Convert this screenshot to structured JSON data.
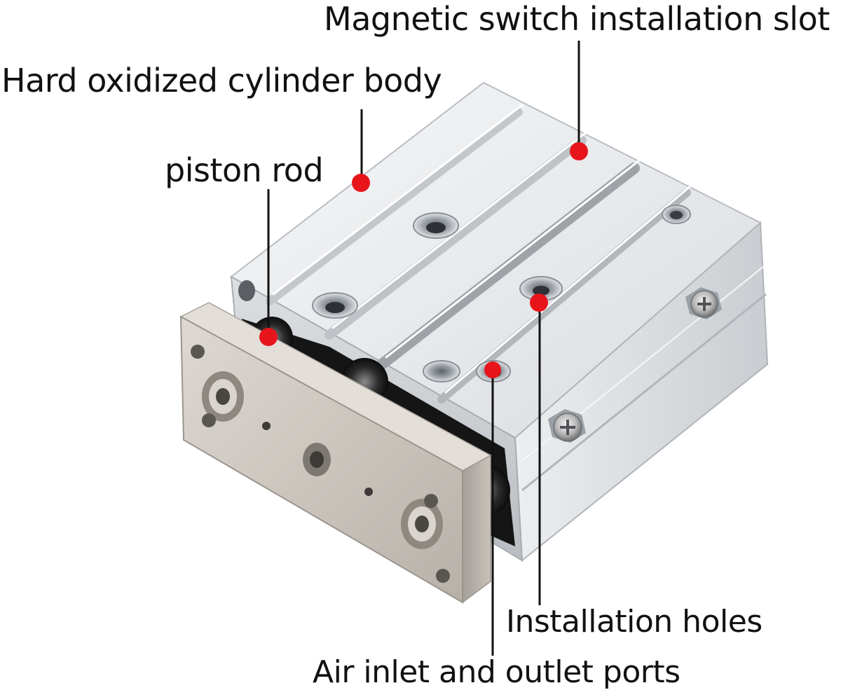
{
  "labels": {
    "magnetic_switch_slot": "Magnetic switch installation slot",
    "cylinder_body": "Hard oxidized cylinder body",
    "piston_rod": "piston rod",
    "installation_holes": "Installation holes",
    "air_ports": "Air inlet and outlet ports"
  },
  "colors": {
    "marker": "#e8141c",
    "leader_line": "#111111",
    "aluminum_light": "#eef0f2",
    "aluminum_mid": "#d7dadd",
    "aluminum_dark": "#a7acb1",
    "end_plate": "#cfc9c2",
    "dark_cavity": "#151515"
  },
  "icons": {
    "marker": "red-dot-marker",
    "screw": "phillips-hex-screw",
    "hole": "counterbored-mounting-hole"
  }
}
